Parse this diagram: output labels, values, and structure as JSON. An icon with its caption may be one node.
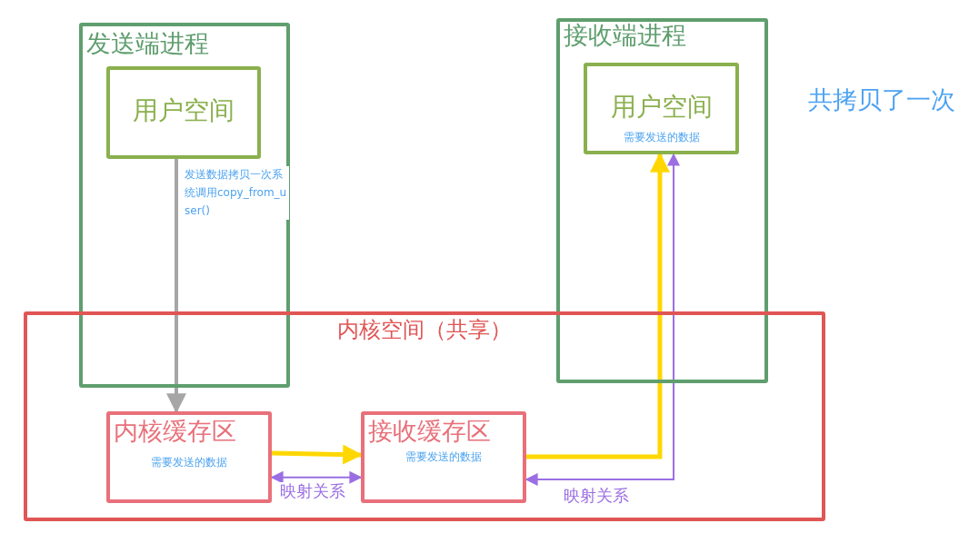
{
  "diagram": {
    "nodes": [
      {
        "text": [
          "发送端进程"
        ]
      },
      {
        "text": [
          "用户空间"
        ],
        "in": 0
      },
      {
        "text": [
          "接收端进程"
        ]
      },
      {
        "text": [
          "用户空间",
          "需要发送的数据"
        ],
        "in": 2
      },
      {
        "text": [
          "内核空间（共享）"
        ]
      },
      {
        "text": [
          "内核缓存区",
          "需要发送的数据"
        ],
        "in": 4
      },
      {
        "text": [
          "接收缓存区",
          "需要发送的数据"
        ],
        "in": 4
      }
    ],
    "edges": [
      {
        "from": 1,
        "to": 5,
        "arrow": "to",
        "label": "发送数据拷贝一次系统调用copy_from_user()",
        "color": "#a6a6a6"
      },
      {
        "from": 5,
        "to": 6,
        "arrow": "to",
        "color": "#ffd700"
      },
      {
        "from": 5,
        "to": 6,
        "arrow": "both",
        "label": "映射关系",
        "color": "#9b6fe3"
      },
      {
        "from": 6,
        "to": 3,
        "arrow": "to",
        "color": "#ffd700"
      },
      {
        "from": 3,
        "to": 6,
        "arrow": "both",
        "label": "映射关系",
        "color": "#9b6fe3"
      }
    ],
    "labels": [
      "共拷贝了一次"
    ]
  }
}
